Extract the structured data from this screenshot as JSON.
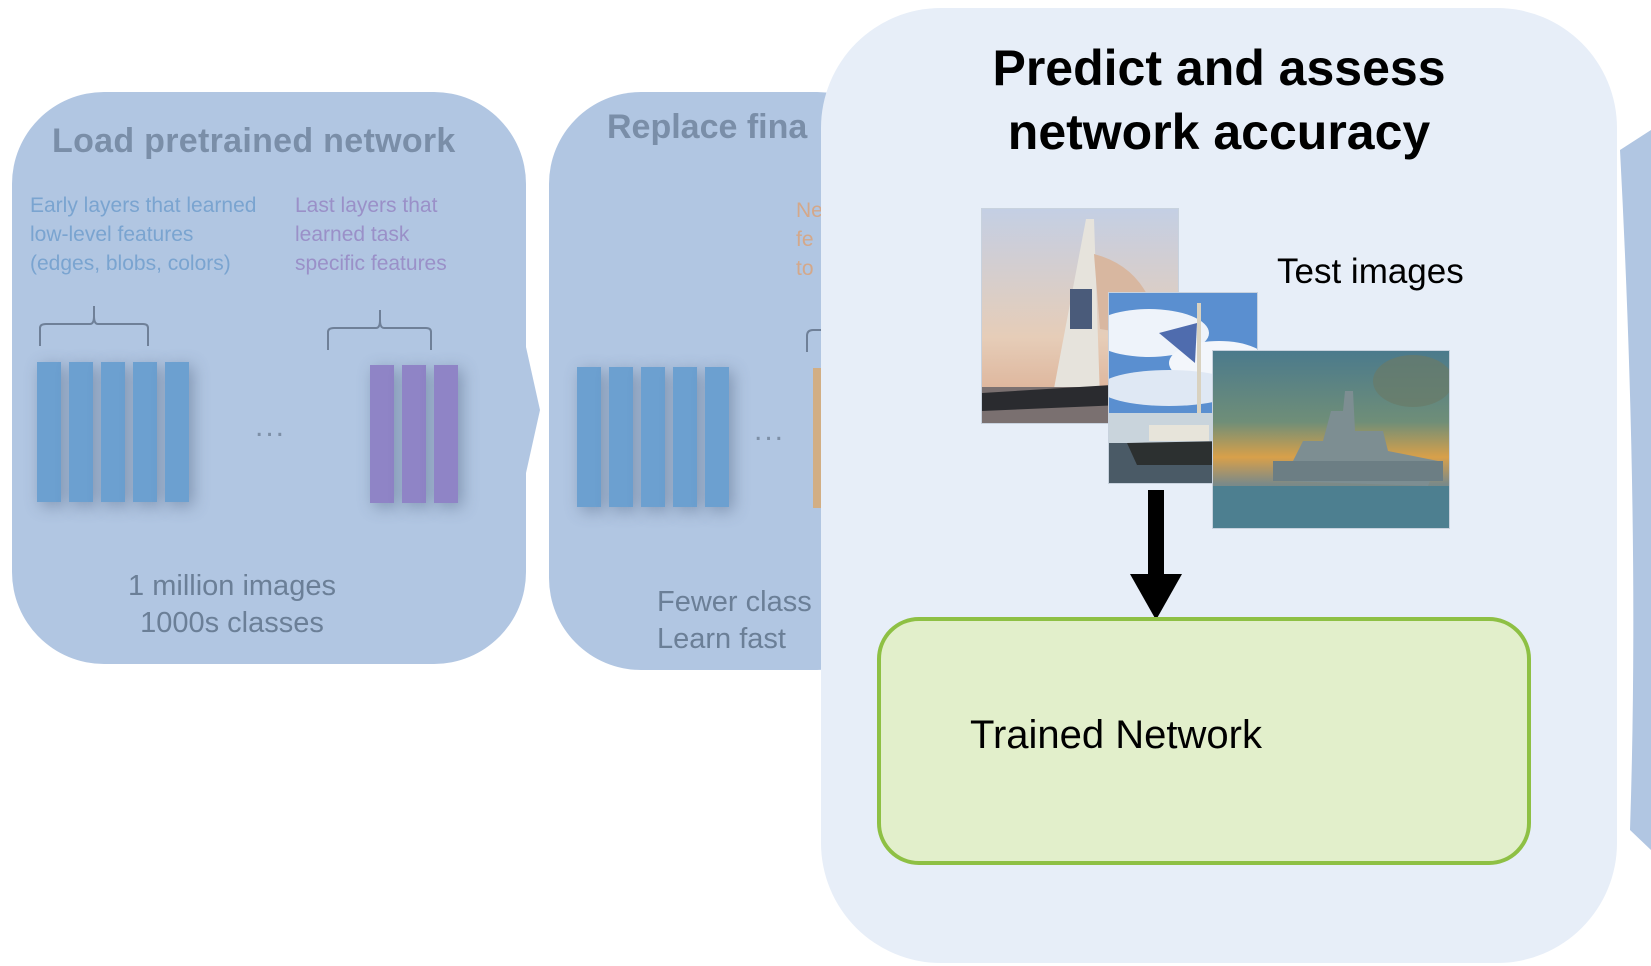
{
  "panel_load": {
    "title": "Load pretrained network",
    "early_caption": "Early layers that learned\nlow-level features\n(edges, blobs, colors)",
    "last_caption": "Last layers that\nlearned task\nspecific features",
    "ellipsis": "...",
    "bottom_text": "1 million images\n1000s classes"
  },
  "panel_replace": {
    "title": "Replace fina",
    "caption_fragment": "Ne\nfe\nto",
    "ellipsis": "...",
    "bottom_text": "Fewer class\nLearn fast"
  },
  "panel_predict": {
    "title": "Predict and assess\nnetwork accuracy",
    "test_images_label": "Test images",
    "images": [
      "sailboat-photo",
      "harbor-boat-photo",
      "warship-sunset-photo"
    ],
    "trained_network_label": "Trained Network"
  },
  "colors": {
    "panel_blue": "#b1c6e2",
    "panel_light": "#e7eef8",
    "early_layers": "#6ca0d0",
    "last_layers": "#8f84c6",
    "trained_box_fill": "#e2efcb",
    "trained_box_border": "#8ec044"
  }
}
